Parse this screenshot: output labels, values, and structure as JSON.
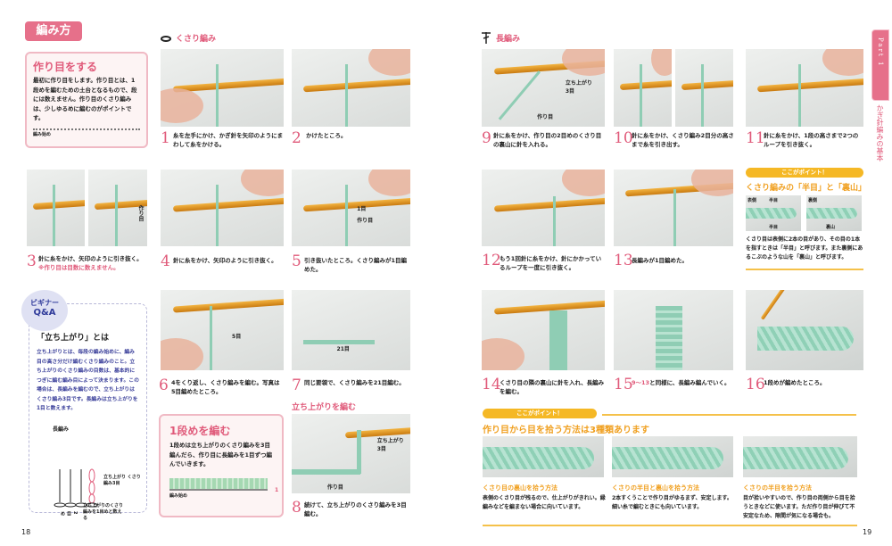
{
  "colors": {
    "pink": "#e05a7a",
    "orange": "#f5b825",
    "yarn": "#8fcdb4",
    "hook": "#e8a030"
  },
  "left": {
    "header": "編み方",
    "intro": {
      "title": "作り目をする",
      "text": "最初に作り目をします。作り目とは、1段めを編むための土台となるもので、段には数えません。作り目のくさり編みは、少しゆるめに編むのがポイントです。",
      "diagram_label": "編み始め"
    },
    "section": "くさり編み",
    "steps": [
      {
        "n": "1",
        "text": "糸を左手にかけ、かぎ針を矢印のようにまわして糸をかける。"
      },
      {
        "n": "2",
        "text": "かけたところ。"
      },
      {
        "n": "3",
        "text": "針に糸をかけ、矢印のように引き抜く。",
        "note": "※作り目は目数に数えません。",
        "label": "作り目"
      },
      {
        "n": "4",
        "text": "針に糸をかけ、矢印のように引き抜く。"
      },
      {
        "n": "5",
        "text": "引き抜いたところ。くさり編みが1目編めた。",
        "labels": [
          "1目",
          "作り目"
        ]
      },
      {
        "n": "6",
        "text": "4をくり返し、くさり編みを編む。写真は5目編めたところ。",
        "label": "5目"
      },
      {
        "n": "7",
        "text": "同じ要領で、くさり編みを21目編む。",
        "label": "21目"
      },
      {
        "n": "8",
        "text": "続けて、立ち上がりのくさり編みを3目編む。",
        "labels": [
          "立ち上がり3目",
          "作り目"
        ]
      }
    ],
    "tachiagari_heading": "立ち上がりを編む",
    "row1": {
      "title": "1段めを編む",
      "text": "1段めは立ち上がりのくさり編みを3目編んだら、作り目に長編みを1目ずつ編んでいきます。",
      "diagram_label": "編み始め",
      "row_marker": "1"
    },
    "qa": {
      "badge1": "ビギナー",
      "badge2": "Q&A",
      "title": "「立ち上がり」とは",
      "text": "立ち上がりとは、毎段の編み始めに、編み目の高さ分だけ編むくさり編みのこと。立ち上がりのくさり編みの目数は、基本的につぎに編む編み目によって決まります。この場合は、長編みを編むので、立ち上がりはくさり編み3目です。長編みは立ち上がりを1目と数えます。",
      "diagram_title": "長編み",
      "label_a": "立ち上がり くさり編み3目",
      "label_b": "2目め",
      "label_c": "立ち上がりのくさり編みを1目めと数える"
    },
    "page_number": "18"
  },
  "right": {
    "section": "長編み",
    "steps": [
      {
        "n": "9",
        "text": "針に糸をかけ、作り目の2目めのくさり目の裏山に針を入れる。",
        "labels": [
          "立ち上がり3目",
          "作り目"
        ]
      },
      {
        "n": "10",
        "text": "針に糸をかけ、くさり編み2目分の高さまで糸を引き出す。"
      },
      {
        "n": "11",
        "text": "針に糸をかけ、1段の高さまで2つのループを引き抜く。"
      },
      {
        "n": "12",
        "text": "もう1回針に糸をかけ、針にかかっているループを一度に引き抜く。"
      },
      {
        "n": "13",
        "text": "長編みが1目編めた。"
      },
      {
        "n": "14",
        "text": "くさり目の隣の裏山に針を入れ、長編みを編む。"
      },
      {
        "n": "15",
        "ref": "9〜13",
        "text": "と同様に、長編み編んでいく。"
      },
      {
        "n": "16",
        "text": "1段めが編めたところ。"
      }
    ],
    "point1": {
      "banner": "ここがポイント！",
      "title": "くさり編みの「半目」と「裏山」",
      "front": "表側",
      "back": "裏側",
      "hanme": "半目",
      "urayama": "裏山",
      "text": "くさり目は表側に2本の目があり、その目の1本を指すときは「半目」と呼びます。また裏側にあるこぶのような山を「裏山」と呼びます。"
    },
    "point2": {
      "banner": "ここがポイント！",
      "title": "作り目から目を拾う方法は3種類あります",
      "methods": [
        {
          "title": "くさり目の裏山を拾う方法",
          "text": "表側のくさり目が残るので、仕上がりがきれい。縁編みなどを編まない場合に向いています。"
        },
        {
          "title": "くさりの半目と裏山を拾う方法",
          "text": "2本すくうことで作り目がゆるまず、安定します。細い糸で編むときにも向いています。"
        },
        {
          "title": "くさりの半目を拾う方法",
          "text": "目が拾いやすいので、作り目の両側から目を拾うときなどに使います。ただ作り目が伸びて不安定なため、隙間が気になる場合も。"
        }
      ]
    },
    "tab": {
      "part": "Part 1",
      "chapter": "かぎ針編みの基本"
    },
    "page_number": "19"
  }
}
